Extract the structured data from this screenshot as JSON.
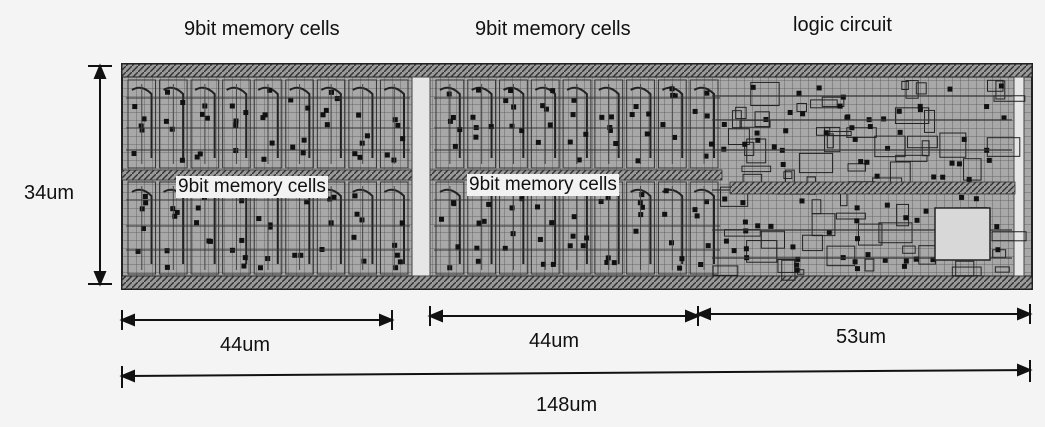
{
  "labels": {
    "top_left": "9bit memory cells",
    "top_mid": "9bit memory cells",
    "top_right": "logic circuit",
    "inner_left": "9bit memory cells",
    "inner_mid": "9bit memory cells"
  },
  "dimensions": {
    "height": "34um",
    "width_left": "44um",
    "width_mid": "44um",
    "width_right": "53um",
    "width_total": "148um"
  },
  "colors": {
    "background": "#f4f4f4",
    "layout_fill": "#8a8a8a",
    "layout_dark": "#2a2a2a",
    "dimension_line": "#111111"
  }
}
